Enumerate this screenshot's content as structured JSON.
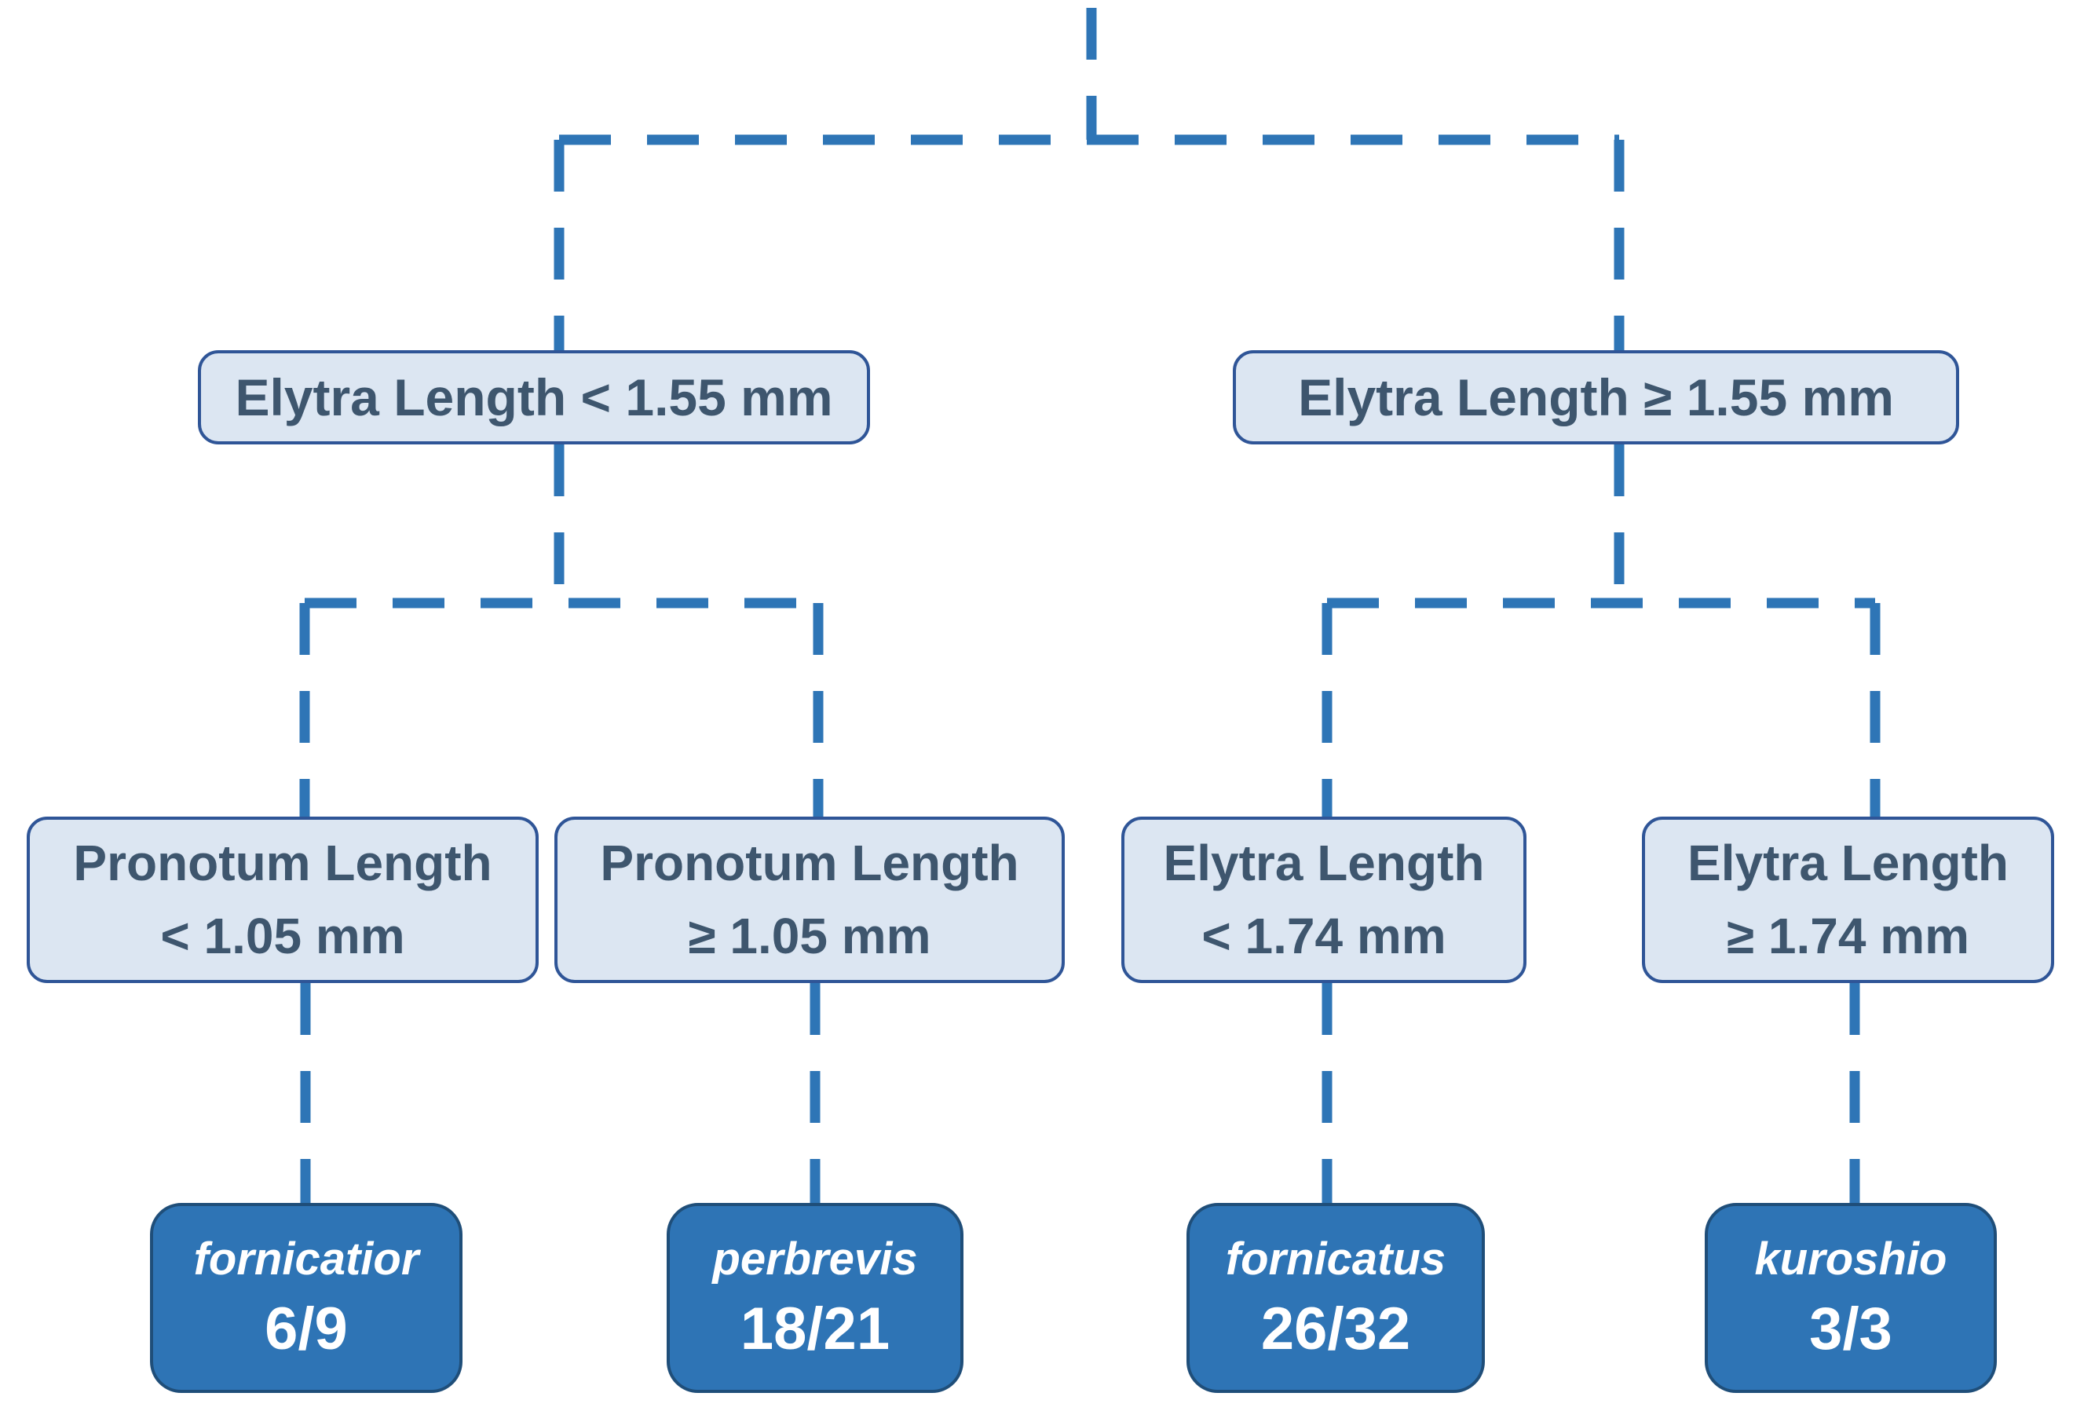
{
  "colors": {
    "line": "#2E75B6",
    "decision_fill": "#DCE6F2",
    "decision_border": "#2F5597",
    "decision_text": "#3E566E",
    "leaf_fill": "#2E74B5",
    "leaf_border": "#1F4E79",
    "leaf_text": "#FFFFFF"
  },
  "tree": {
    "root_split": {
      "left": {
        "label": "Elytra Length < 1.55 mm"
      },
      "right": {
        "label": "Elytra Length ≥ 1.55 mm"
      }
    },
    "second_splits": [
      {
        "line1": "Pronotum Length",
        "line2": "< 1.05 mm"
      },
      {
        "line1": "Pronotum Length",
        "line2": "≥ 1.05 mm"
      },
      {
        "line1": "Elytra Length",
        "line2": "< 1.74 mm"
      },
      {
        "line1": "Elytra Length",
        "line2": "≥ 1.74 mm"
      }
    ],
    "leaves": [
      {
        "species": "fornicatior",
        "ratio": "6/9"
      },
      {
        "species": "perbrevis",
        "ratio": "18/21"
      },
      {
        "species": "fornicatus",
        "ratio": "26/32"
      },
      {
        "species": "kuroshio",
        "ratio": "3/3"
      }
    ]
  }
}
